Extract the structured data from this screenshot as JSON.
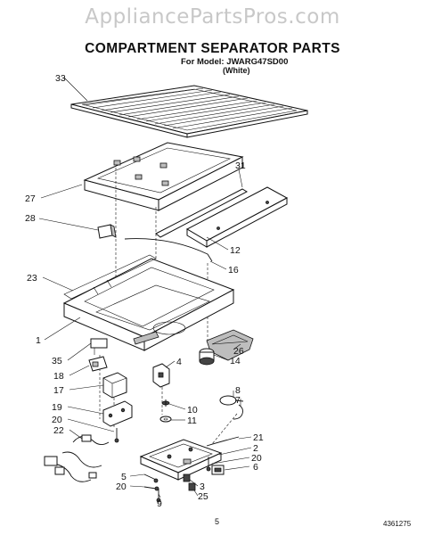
{
  "watermark": "AppliancePartsPros.com",
  "title": "COMPARTMENT SEPARATOR PARTS",
  "model": "For Model: JWARG47SD00",
  "color": "(White)",
  "page_number": "5",
  "part_code": "4361275",
  "callouts": [
    "33",
    "31",
    "27",
    "28",
    "12",
    "16",
    "23",
    "1",
    "26",
    "35",
    "4",
    "14",
    "18",
    "17",
    "8",
    "7",
    "19",
    "10",
    "20",
    "11",
    "22",
    "21",
    "2",
    "20",
    "6",
    "5",
    "20",
    "9",
    "3",
    "25"
  ]
}
